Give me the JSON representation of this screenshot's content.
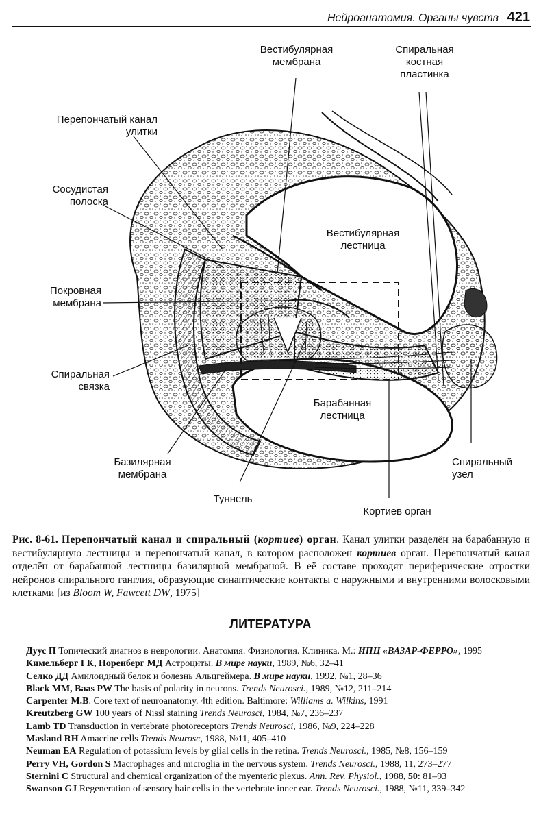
{
  "header": {
    "title": "Нейроанатомия. Органы чувств",
    "page_number": "421"
  },
  "figure": {
    "labels": {
      "vestibular_membrane": "Вестибулярная\nмембрана",
      "spiral_lamina": "Спиральная\nкостная\nпластинка",
      "membranous_canal": "Перепончатый канал\nулитки",
      "stria_vascularis": "Сосудистая\nполоска",
      "scala_vestibuli": "Вестибулярная\nлестница",
      "tectorial_membrane": "Покровная\nмембрана",
      "spiral_ligament": "Спиральная\nсвязка",
      "scala_tympani": "Барабанная\nлестница",
      "basilar_membrane": "Базилярная\nмембрана",
      "spiral_ganglion": "Спиральный\nузел",
      "tunnel": "Туннель",
      "organ_of_corti": "Кортиев орган"
    }
  },
  "caption": {
    "fig_number": "Рис. 8-61",
    "heading_a": "Перепончатый канал и спиральный (",
    "heading_b": "кортиев",
    "heading_c": ") орган",
    "text_1": ". Канал улитки разделён на барабанную и вестибулярную лестницы и перепончатый канал, в котором расположен ",
    "text_corti": "кортиев",
    "text_2": " орган. Перепончатый канал отделён от барабанной лестницы базилярной мембраной. В её составе проходят периферические отростки нейронов спирального ганглия, образующие синаптические контакты с наружными и внутренними волосковыми клетками [из ",
    "source": "Bloom W, Fawcett DW",
    "source_year": ", 1975]"
  },
  "literature": {
    "title": "ЛИТЕРАТУРА",
    "refs": [
      {
        "author": "Дуус П",
        "text": " Топический диагноз в неврологии. Анатомия. Физиология. Клиника. М.: ",
        "journal": "ИПЦ «ВАЗАР-ФЕРРО»",
        "tail": ", 1995"
      },
      {
        "author": "Кимельберг ГК, Норенберг МД",
        "text": " Астроциты. ",
        "journal": "В мире науки",
        "tail": ", 1989, №6, 32–41"
      },
      {
        "author": "Селко ДД",
        "text": " Амилоидный белок и болезнь Альцгеймера. ",
        "journal": "В мире науки",
        "tail": ", 1992, №1, 28–36"
      },
      {
        "author": "Black MM, Baas PW",
        "text": " The basis of polarity in neurons. ",
        "journal": "Trends Neurosci.",
        "tail": ", 1989, №12, 211–214"
      },
      {
        "author": "Carpenter M.B",
        "text": ". Core text of neuroanatomy. 4th edition. Baltimore: ",
        "journal": "Williams a. Wilkins",
        "tail": ", 1991"
      },
      {
        "author": "Kreutzberg GW",
        "text": " 100 years of Nissl staining ",
        "journal": "Trends Neurosci",
        "tail": ", 1984, №7, 236–237"
      },
      {
        "author": "Lamb TD",
        "text": " Transduction in vertebrate photoreceptors ",
        "journal": "Trends Neurosci",
        "tail": ", 1986, №9, 224–228"
      },
      {
        "author": "Masland RH",
        "text": " Amacrine cells ",
        "journal": "Trends Neurosc",
        "tail": ", 1988, №11, 405–410"
      },
      {
        "author": "Neuman EA",
        "text": " Regulation of potassium levels by glial cells in the retina. ",
        "journal": "Trends Neurosci.",
        "tail": ", 1985, №8, 156–159"
      },
      {
        "author": "Perry VH, Gordon S",
        "text": " Macrophages and microglia in the nervous system. ",
        "journal": "Trends Neurosci.",
        "tail": ", 1988, 11, 273–277"
      },
      {
        "author": "Sternini C",
        "text": " Structural and chemical organization of the myenteric plexus. ",
        "journal": "Ann. Rev. Physiol.",
        "tail": ", 1988, ",
        "volume": "50",
        "tail2": ": 81–93"
      },
      {
        "author": "Swanson GJ",
        "text": " Regeneration of sensory hair cells in the vertebrate inner ear. ",
        "journal": "Trends Neurosci.",
        "tail": ", 1988, №11, 339–342"
      }
    ]
  }
}
